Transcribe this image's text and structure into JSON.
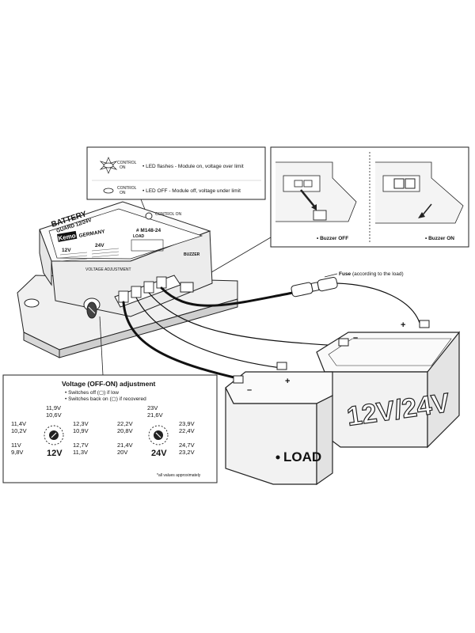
{
  "callout_led": {
    "flash_text": "• LED flashes - Module on, voltage over limit",
    "off_text": "• LED OFF - Module off, voltage under limit",
    "led_label_top": "CONTROL",
    "led_label_bottom": "ON"
  },
  "callout_buzzer": {
    "off_label": "• Buzzer OFF",
    "on_label": "• Buzzer ON"
  },
  "module": {
    "title_line1": "BATTERY",
    "title_line2": "GUARD 12/24V",
    "brand": "Kemo",
    "country": "GERMANY",
    "model": "# M148-24",
    "col_12v": "12V",
    "col_24v": "24V",
    "load_label": "LOAD",
    "buzzer_label": "BUZZER",
    "control_label": "CONTROL ON",
    "adjust_label": "VOLTAGE ADJUSTMENT"
  },
  "fuse": {
    "label_bold": "Fuse",
    "label_rest": " (according to the load)"
  },
  "battery": {
    "label": "12V/24V",
    "minus": "–",
    "plus": "+"
  },
  "load_box": {
    "label": "LOAD",
    "minus": "–",
    "plus": "+"
  },
  "adjust_box": {
    "title": "Voltage (OFF-ON) adjustment",
    "line1": "• Switches off (▢) if low",
    "line2": "• Switches back on (▢) if recovered",
    "note": "*all values approximately",
    "dial_12v": "12V",
    "dial_24v": "24V",
    "values_12v": [
      {
        "on": "11,9V",
        "off": "10,6V"
      },
      {
        "on": "11,4V",
        "off": "10,2V"
      },
      {
        "on": "12,3V",
        "off": "10,9V"
      },
      {
        "on": "11V",
        "off": "9,8V"
      },
      {
        "on": "12,7V",
        "off": "11,3V"
      }
    ],
    "values_24v": [
      {
        "on": "23V",
        "off": "21,6V"
      },
      {
        "on": "22,2V",
        "off": "20,8V"
      },
      {
        "on": "23,9V",
        "off": "22,4V"
      },
      {
        "on": "21,4V",
        "off": "20V"
      },
      {
        "on": "24,7V",
        "off": "23,2V"
      }
    ]
  }
}
